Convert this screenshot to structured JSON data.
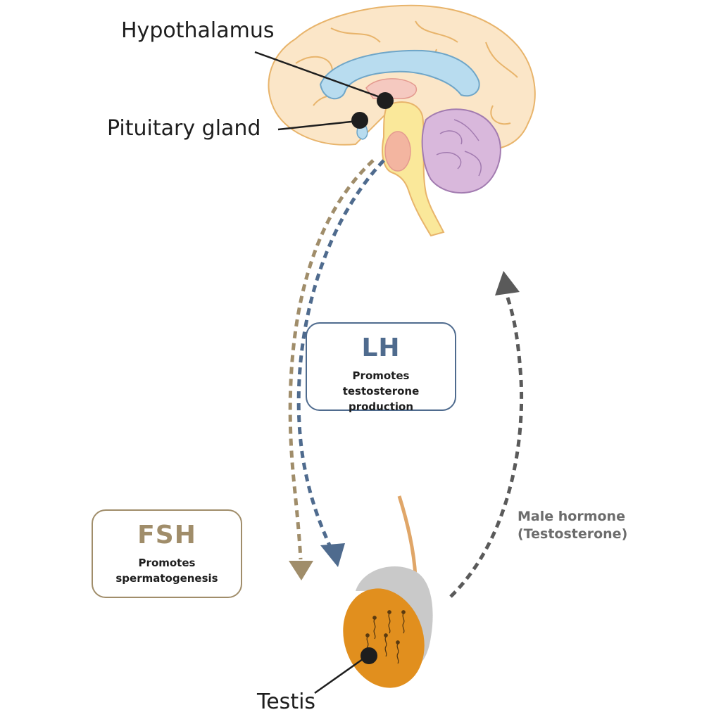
{
  "labels": {
    "hypothalamus": "Hypothalamus",
    "pituitary": "Pituitary gland",
    "testis": "Testis"
  },
  "lh": {
    "title": "LH",
    "description": "Promotes testosterone production",
    "color": "#4f6b8e"
  },
  "fsh": {
    "title": "FSH",
    "description": "Promotes spermatogenesis",
    "color": "#a08d6a"
  },
  "male_hormone": {
    "line1": "Male hormone",
    "line2": "(Testosterone)",
    "color": "#6c6c6c"
  },
  "colors": {
    "brain_fill": "#fbe6c8",
    "brain_outline": "#e8b46b",
    "ventricle": "#b8dcef",
    "brainstem": "#fae89a",
    "cerebellum": "#d9b8dc",
    "testis": "#e18f1e",
    "epididymis": "#c9c9c9",
    "arrow_feedback": "#5a5a5a"
  }
}
